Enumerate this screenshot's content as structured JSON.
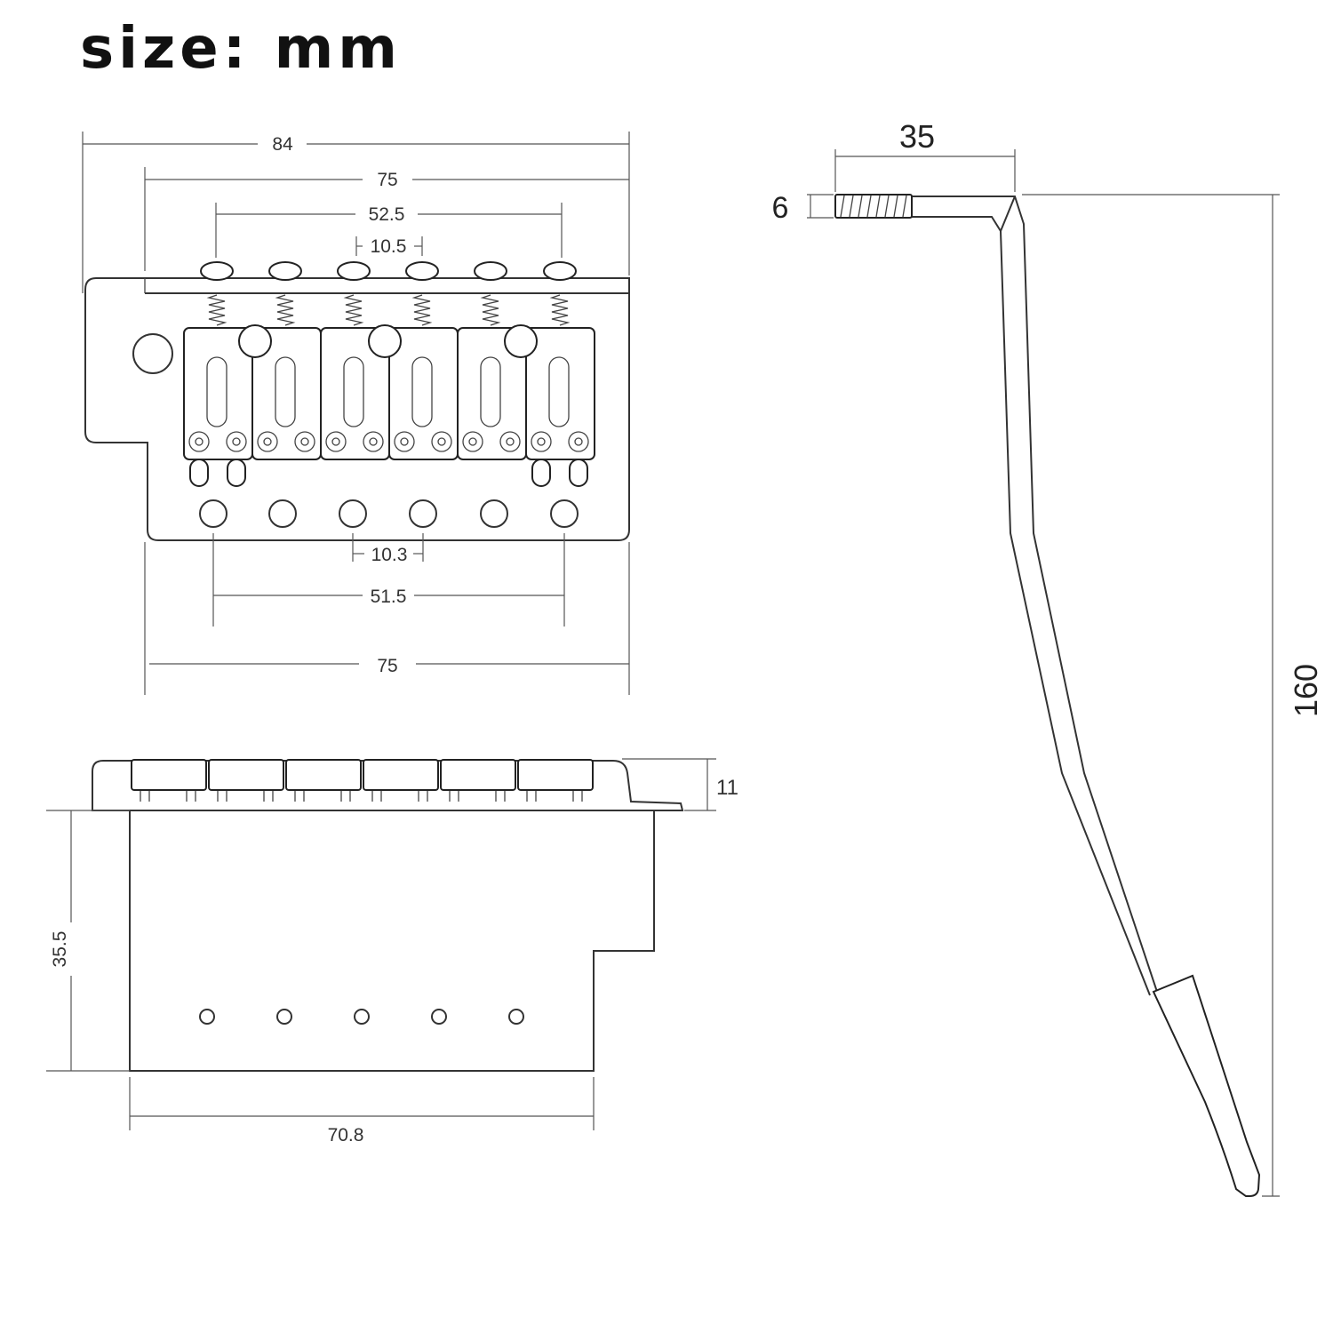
{
  "title": "size: mm",
  "top_view": {
    "overall_width": "84",
    "saddle_span_width": "75",
    "outer_string_spacing": "52.5",
    "string_spacing": "10.5",
    "mount_hole_spacing": "10.3",
    "outer_mount_hole_spacing": "51.5",
    "plate_width": "75"
  },
  "side_view": {
    "height": "11",
    "block_height": "35.5",
    "block_width": "70.8"
  },
  "tremolo_arm": {
    "length": "35",
    "thread_diameter": "6",
    "height": "160"
  }
}
